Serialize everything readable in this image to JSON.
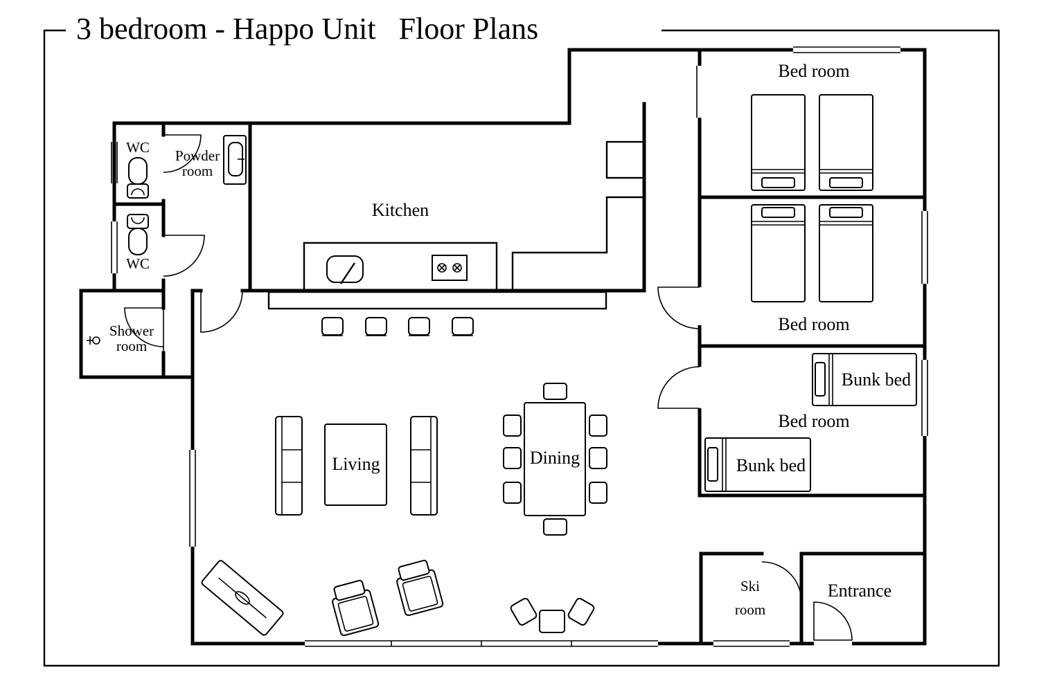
{
  "title": "3 bedroom - Happo Unit   Floor Plans",
  "rooms": {
    "wc_top": "WC",
    "wc_bottom": "WC",
    "powder_line1": "Powder",
    "powder_line2": "room",
    "shower_line1": "Shower",
    "shower_line2": "room",
    "kitchen": "Kitchen",
    "living": "Living",
    "dining": "Dining",
    "bedroom_1": "Bed room",
    "bedroom_2": "Bed room",
    "bedroom_3": "Bed room",
    "bunk_bed_1": "Bunk bed",
    "bunk_bed_2": "Bunk bed",
    "ski_line1": "Ski",
    "ski_line2": "room",
    "entrance": "Entrance"
  }
}
